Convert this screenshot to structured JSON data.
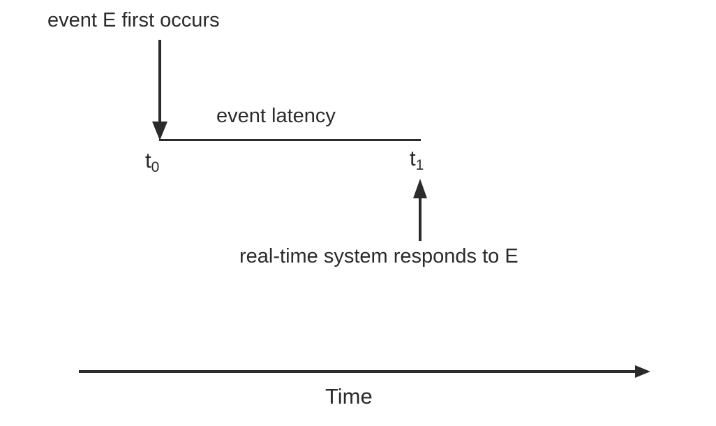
{
  "colors": {
    "ink": "#2b2b2b",
    "background": "#ffffff"
  },
  "diagram": {
    "event_occurs_label": "event E first occurs",
    "latency_label": "event latency",
    "response_label": "real-time system responds to E",
    "time_axis_label": "Time",
    "t0": {
      "base": "t",
      "sub": "0"
    },
    "t1": {
      "base": "t",
      "sub": "1"
    }
  }
}
